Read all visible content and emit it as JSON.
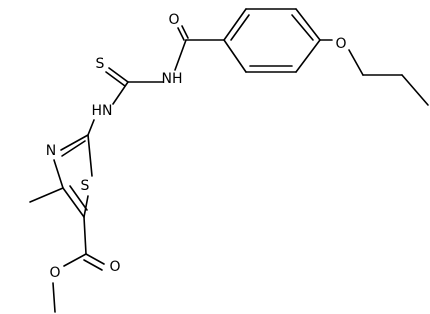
{
  "molecule": {
    "atoms": {
      "o_carbonyl_top": "O",
      "s_thione": "S",
      "nh_amide": "NH",
      "o_ether": "O",
      "nh_thiazole": "HN",
      "n_ring": "N",
      "s_ring": "S",
      "o_ester_carbonyl": "O",
      "o_ester": "O"
    },
    "colors": {
      "bond": "#000000",
      "label": "#000000",
      "background": "#ffffff"
    }
  }
}
